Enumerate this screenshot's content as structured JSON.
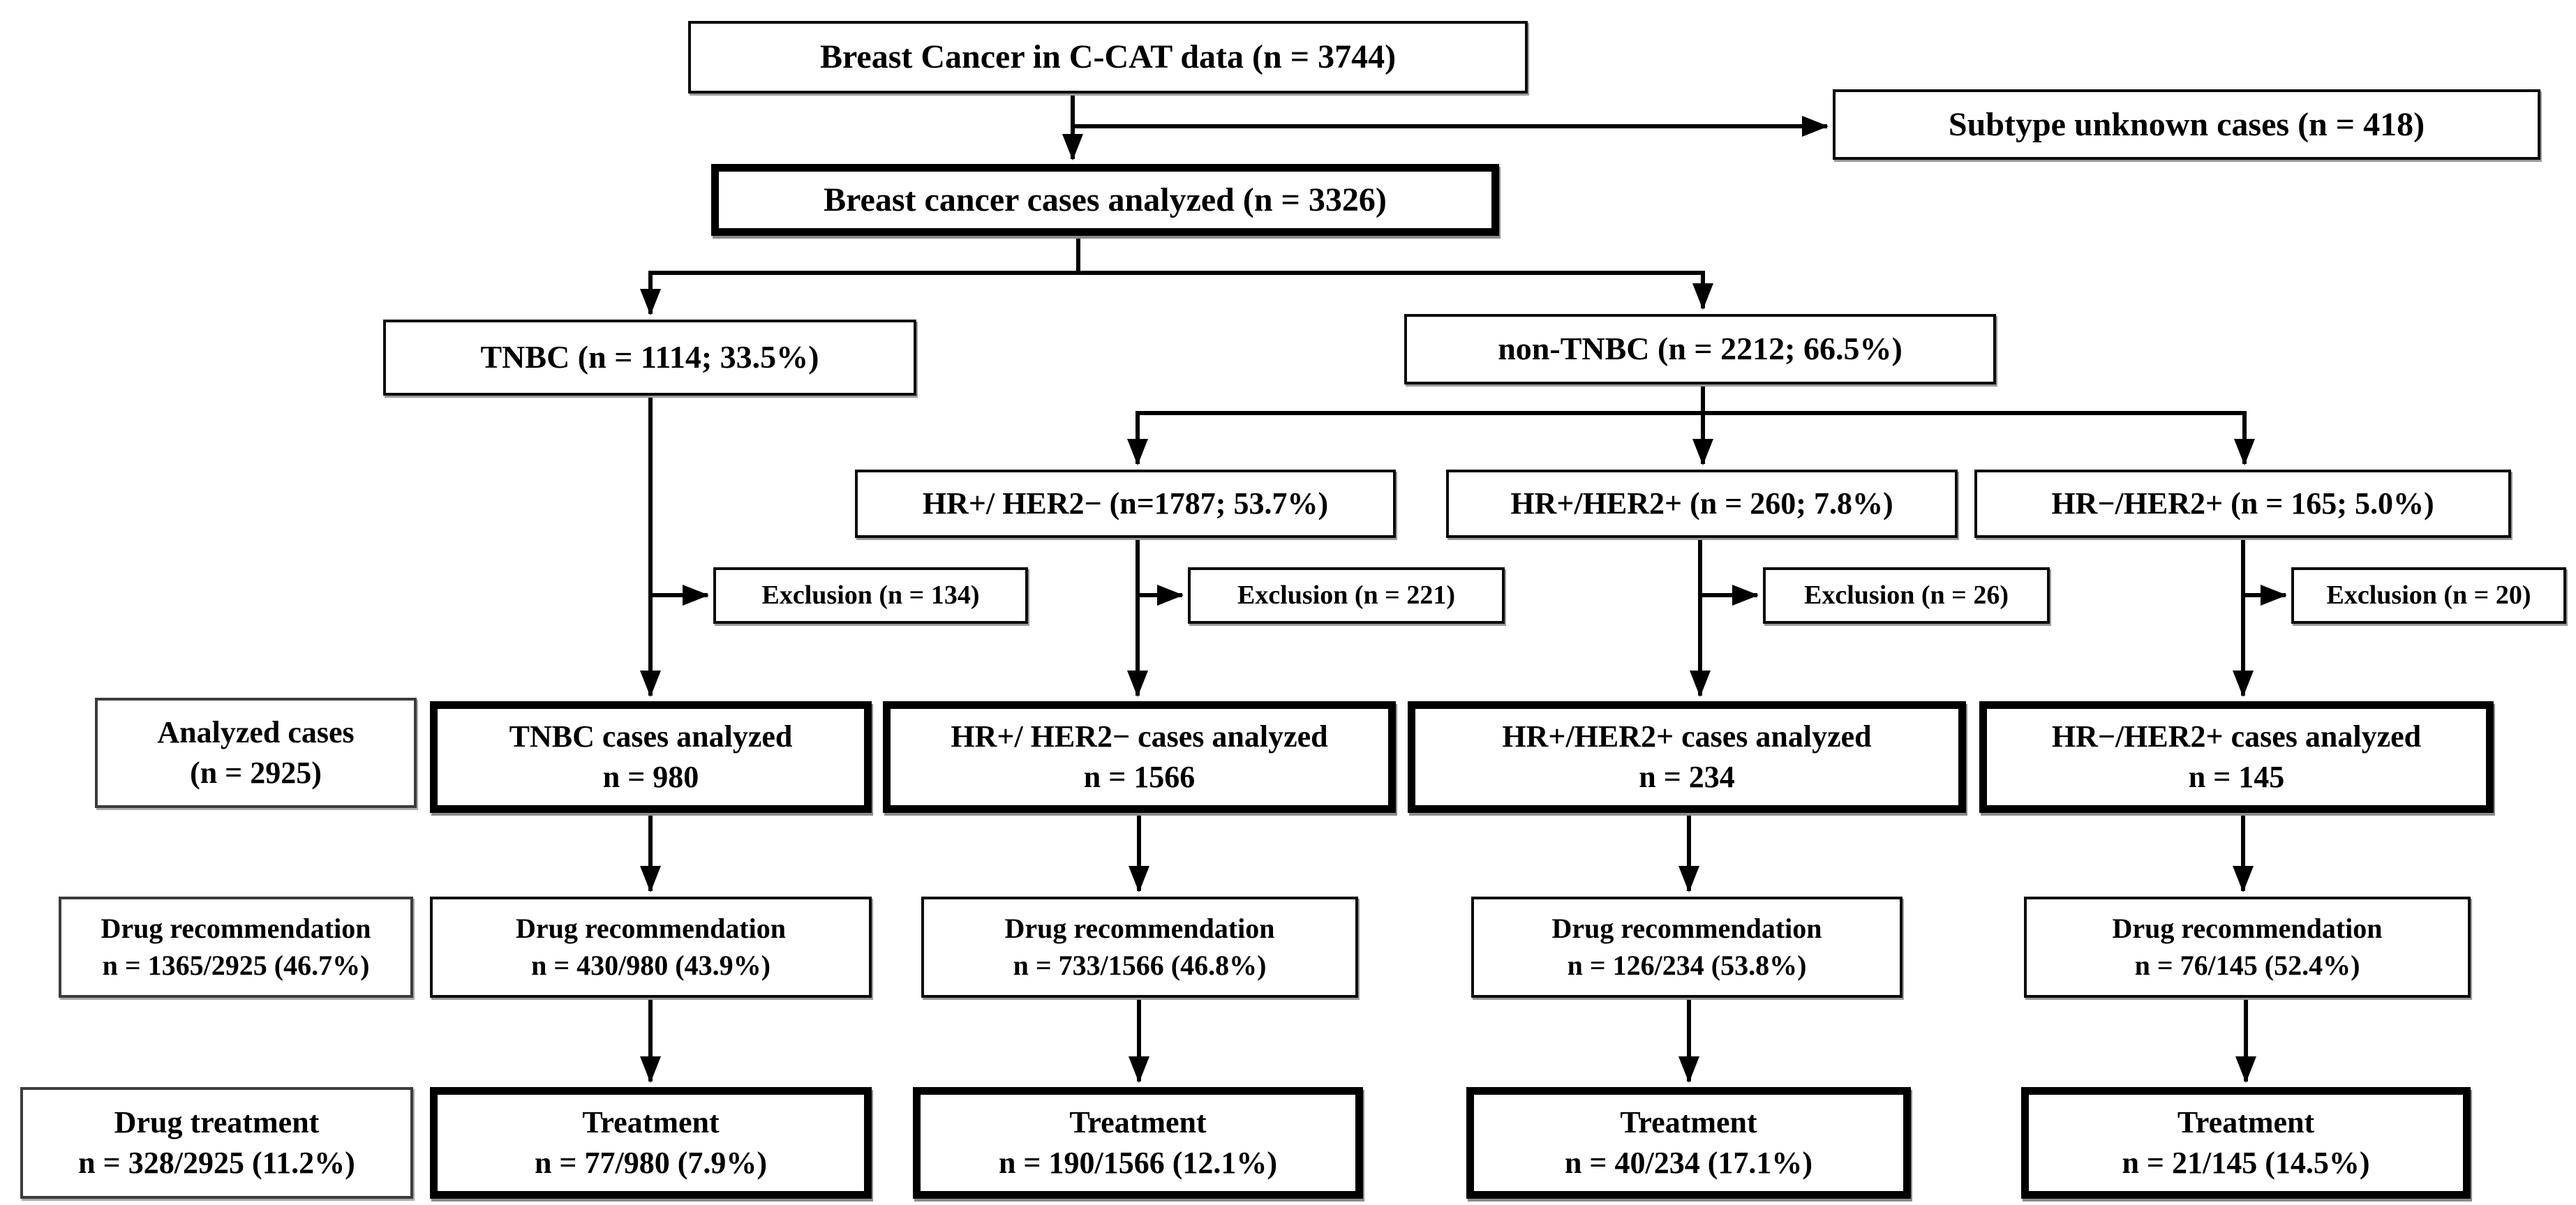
{
  "diagram": {
    "colors": {
      "background": "#ffffff",
      "line": "#000000",
      "box_border": "#000000",
      "side_box_border": "#3c3c3c",
      "text": "#000000"
    },
    "nodes": {
      "root": {
        "label": "Breast Cancer in C-CAT data (n = 3744)"
      },
      "subtype_unknown": {
        "label": "Subtype unknown cases (n = 418)"
      },
      "analyzed_all": {
        "label": "Breast cancer cases analyzed (n = 3326)"
      },
      "tnbc": {
        "label": "TNBC (n = 1114; 33.5%)"
      },
      "non_tnbc": {
        "label": "non-TNBC (n = 2212; 66.5%)"
      },
      "hr_pos_her2_neg": {
        "label": "HR+/ HER2− (n=1787; 53.7%)"
      },
      "hr_pos_her2_pos": {
        "label": "HR+/HER2+ (n = 260; 7.8%)"
      },
      "hr_neg_her2_pos": {
        "label": "HR−/HER2+ (n = 165; 5.0%)"
      },
      "exclusion_tnbc": {
        "label": "Exclusion (n = 134)"
      },
      "exclusion_hr_pos_her2_neg": {
        "label": "Exclusion (n = 221)"
      },
      "exclusion_hr_pos_her2_pos": {
        "label": "Exclusion (n = 26)"
      },
      "exclusion_hr_neg_her2_pos": {
        "label": "Exclusion (n = 20)"
      },
      "analyzed_side": {
        "line1": "Analyzed cases",
        "line2": "(n = 2925)"
      },
      "analyzed_tnbc": {
        "line1": "TNBC cases analyzed",
        "line2": "n = 980"
      },
      "analyzed_hr_pos_her2_neg": {
        "line1": "HR+/ HER2− cases analyzed",
        "line2": "n = 1566"
      },
      "analyzed_hr_pos_her2_pos": {
        "line1": "HR+/HER2+ cases analyzed",
        "line2": "n = 234"
      },
      "analyzed_hr_neg_her2_pos": {
        "line1": "HR−/HER2+ cases analyzed",
        "line2": "n = 145"
      },
      "rec_side": {
        "line1": "Drug recommendation",
        "line2": "n = 1365/2925 (46.7%)"
      },
      "rec_tnbc": {
        "line1": "Drug recommendation",
        "line2": "n = 430/980 (43.9%)"
      },
      "rec_hr_pos_her2_neg": {
        "line1": "Drug recommendation",
        "line2": "n = 733/1566 (46.8%)"
      },
      "rec_hr_pos_her2_pos": {
        "line1": "Drug recommendation",
        "line2": "n = 126/234 (53.8%)"
      },
      "rec_hr_neg_her2_pos": {
        "line1": "Drug recommendation",
        "line2": "n = 76/145 (52.4%)"
      },
      "treat_side": {
        "line1": "Drug treatment",
        "line2": "n = 328/2925 (11.2%)"
      },
      "treat_tnbc": {
        "line1": "Treatment",
        "line2": "n = 77/980 (7.9%)"
      },
      "treat_hr_pos_her2_neg": {
        "line1": "Treatment",
        "line2": "n = 190/1566 (12.1%)"
      },
      "treat_hr_pos_her2_pos": {
        "line1": "Treatment",
        "line2": "n = 40/234 (17.1%)"
      },
      "treat_hr_neg_her2_pos": {
        "line1": "Treatment",
        "line2": "n = 21/145 (14.5%)"
      }
    }
  }
}
